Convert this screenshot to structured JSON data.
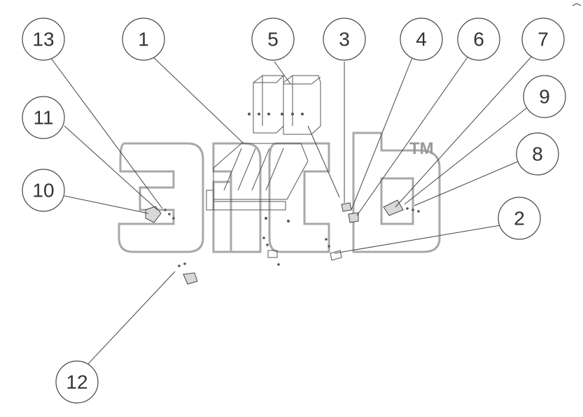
{
  "diagram": {
    "callouts": [
      "1",
      "2",
      "3",
      "4",
      "5",
      "6",
      "7",
      "8",
      "9",
      "10",
      "11",
      "12",
      "13"
    ]
  },
  "watermark": {
    "logo_text": "эпсb",
    "trademark": "TM"
  }
}
